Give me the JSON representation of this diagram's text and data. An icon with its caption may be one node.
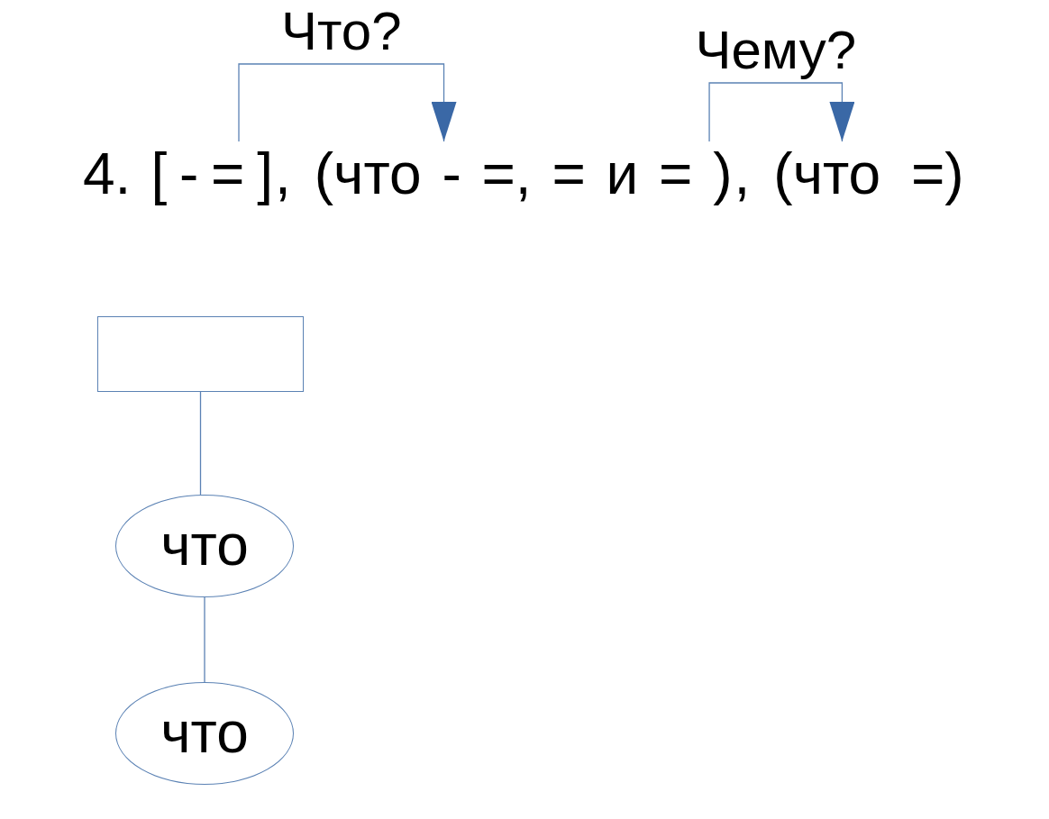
{
  "diagram": {
    "nodes": [
      {
        "text": [
          "[ - = ]"
        ]
      },
      {
        "text": [
          "(что - =, = и = )"
        ]
      },
      {
        "text": [
          "(что =)"
        ]
      },
      {
        "text": [],
        "shape": "box"
      },
      {
        "text": [
          "что"
        ]
      },
      {
        "text": [
          "что"
        ]
      }
    ],
    "edges": [
      {
        "from": 0,
        "to": 1,
        "arrow": "to",
        "label": "Что?"
      },
      {
        "from": 1,
        "to": 2,
        "arrow": "to",
        "label": "Чему?"
      },
      {
        "from": 3,
        "to": 4,
        "arrow": "none"
      },
      {
        "from": 4,
        "to": 5,
        "arrow": "none"
      }
    ],
    "labels": [
      "4.",
      ",",
      ","
    ]
  }
}
